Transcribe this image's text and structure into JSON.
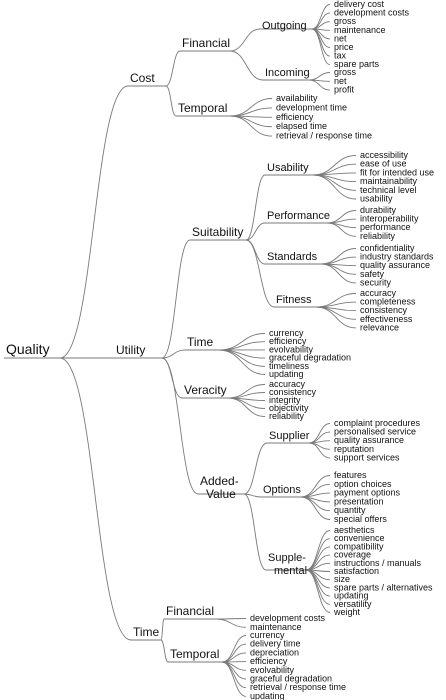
{
  "tree": {
    "label": "Quality",
    "children": [
      {
        "label": "Cost",
        "children": [
          {
            "label": "Financial",
            "children": [
              {
                "label": "Outgoing",
                "leaves": [
                  "delivery cost",
                  "development costs",
                  "gross",
                  "maintenance",
                  "net",
                  "price",
                  "tax",
                  "spare parts"
                ]
              },
              {
                "label": "Incoming",
                "leaves": [
                  "gross",
                  "net",
                  "profit"
                ]
              }
            ]
          },
          {
            "label": "Temporal",
            "leaves": [
              "availability",
              "development time",
              "efficiency",
              "elapsed time",
              "retrieval / response time"
            ]
          }
        ]
      },
      {
        "label": "Utility",
        "children": [
          {
            "label": "Suitability",
            "children": [
              {
                "label": "Usability",
                "leaves": [
                  "accessibility",
                  "ease of use",
                  "fit for intended use",
                  "maintainability",
                  "technical level",
                  "usability"
                ]
              },
              {
                "label": "Performance",
                "leaves": [
                  "durability",
                  "interoperability",
                  "performance",
                  "reliability"
                ]
              },
              {
                "label": "Standards",
                "leaves": [
                  "confidentiality",
                  "industry standards",
                  "quality assurance",
                  "safety",
                  "security"
                ]
              },
              {
                "label": "Fitness",
                "leaves": [
                  "accuracy",
                  "completeness",
                  "consistency",
                  "effectiveness",
                  "relevance"
                ]
              }
            ]
          },
          {
            "label": "Time",
            "leaves": [
              "currency",
              "efficiency",
              "evolvability",
              "graceful degradation",
              "timeliness",
              "updating"
            ]
          },
          {
            "label": "Veracity",
            "leaves": [
              "accuracy",
              "consistency",
              "integrity",
              "objectivity",
              "reliability"
            ]
          },
          {
            "label": "Added-Value",
            "children": [
              {
                "label": "Supplier",
                "leaves": [
                  "complaint procedures",
                  "personalised service",
                  "quality assurance",
                  "reputation",
                  "support services"
                ]
              },
              {
                "label": "Options",
                "leaves": [
                  "features",
                  "option choices",
                  "payment options",
                  "presentation",
                  "quantity",
                  "special offers"
                ]
              },
              {
                "label": "Supple-mental",
                "leaves": [
                  "aesthetics",
                  "convenience",
                  "compatibility",
                  "coverage",
                  "instructions / manuals",
                  "satisfaction",
                  "size",
                  "spare parts / alternatives",
                  "updating",
                  "versatility",
                  "weight"
                ]
              }
            ]
          }
        ]
      },
      {
        "label": "Time",
        "children": [
          {
            "label": "Financial",
            "leaves": [
              "development costs",
              "maintenance"
            ]
          },
          {
            "label": "Temporal",
            "leaves": [
              "currency",
              "delivery time",
              "depreciation",
              "efficiency",
              "evolvability",
              "graceful degradation",
              "retrieval / response time",
              "updating"
            ]
          }
        ]
      }
    ]
  }
}
